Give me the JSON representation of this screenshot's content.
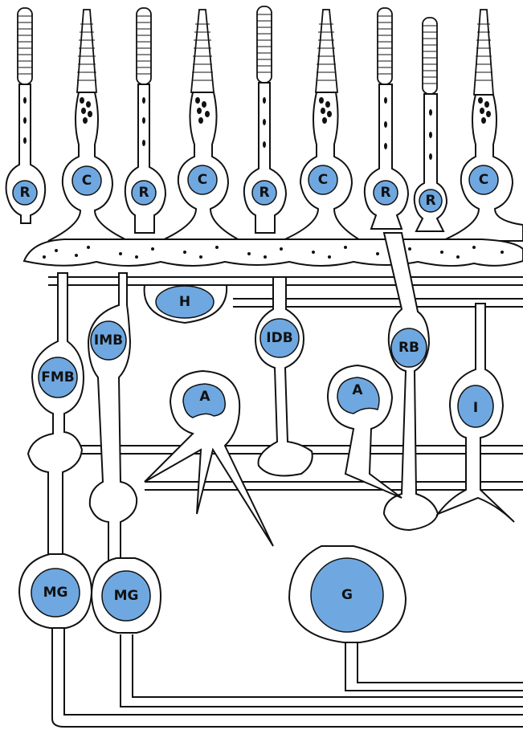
{
  "colors": {
    "nucleus": "#6fa8e0",
    "line": "#111111",
    "background": "#ffffff"
  },
  "cells": {
    "r1": "R",
    "c1": "C",
    "r2": "R",
    "c2": "C",
    "r3": "R",
    "c3": "C",
    "r4": "R",
    "r5": "R",
    "c4": "C",
    "h": "H",
    "imb": "IMB",
    "fmb": "FMB",
    "idb": "IDB",
    "rb": "RB",
    "a1": "A",
    "a2": "A",
    "i": "I",
    "mg1": "MG",
    "mg2": "MG",
    "g": "G"
  }
}
